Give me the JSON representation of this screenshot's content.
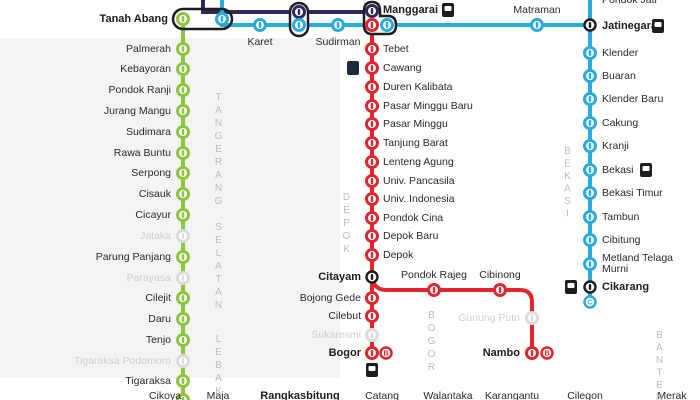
{
  "colors": {
    "green": "#8cc63f",
    "blue": "#29abe2",
    "red": "#e1262d",
    "navy": "#2e2a5e",
    "interchange": "#1d1d1d",
    "faded": "#dcdcdc",
    "background_zone": "#f4f4f5"
  },
  "lines": {
    "green": {
      "stations": [
        {
          "name": "Tanah Abang",
          "bold": true
        },
        {
          "name": "Palmerah"
        },
        {
          "name": "Kebayoran"
        },
        {
          "name": "Pondok Ranji"
        },
        {
          "name": "Jurang Mangu"
        },
        {
          "name": "Sudimara"
        },
        {
          "name": "Rawa Buntu"
        },
        {
          "name": "Serpong"
        },
        {
          "name": "Cisauk"
        },
        {
          "name": "Cicayur"
        },
        {
          "name": "Jataka",
          "inactive": true
        },
        {
          "name": "Parung Panjang"
        },
        {
          "name": "Parayasa",
          "inactive": true
        },
        {
          "name": "Cilejit"
        },
        {
          "name": "Daru"
        },
        {
          "name": "Tenjo"
        },
        {
          "name": "Tigaraksa Podomoro",
          "inactive": true
        },
        {
          "name": "Tigaraksa"
        }
      ]
    },
    "blue_west": {
      "stations": [
        {
          "name": "Karet"
        },
        {
          "name": "Sudirman"
        },
        {
          "name": "Matraman"
        },
        {
          "name": "Jatinegara",
          "bold": true
        }
      ]
    },
    "blue_east": {
      "stations": [
        {
          "name": "Pondok Jati"
        },
        {
          "name": "Klender"
        },
        {
          "name": "Buaran"
        },
        {
          "name": "Klender Baru"
        },
        {
          "name": "Cakung"
        },
        {
          "name": "Kranji"
        },
        {
          "name": "Bekasi"
        },
        {
          "name": "Bekasi Timur"
        },
        {
          "name": "Tambun"
        },
        {
          "name": "Cibitung"
        },
        {
          "name": "Metland Telaga",
          "name2": "Murni"
        },
        {
          "name": "Cikarang",
          "bold": true
        }
      ]
    },
    "red": {
      "stations": [
        {
          "name": "Manggarai",
          "bold": true
        },
        {
          "name": "Tebet"
        },
        {
          "name": "Cawang"
        },
        {
          "name": "Duren Kalibata"
        },
        {
          "name": "Pasar Minggu Baru"
        },
        {
          "name": "Pasar Minggu"
        },
        {
          "name": "Tanjung Barat"
        },
        {
          "name": "Lenteng Agung"
        },
        {
          "name": "Univ. Pancasila"
        },
        {
          "name": "Univ. Indonesia"
        },
        {
          "name": "Pondok Cina"
        },
        {
          "name": "Depok Baru"
        },
        {
          "name": "Depok"
        },
        {
          "name": "Citayam",
          "bold": true
        },
        {
          "name": "Bojong Gede"
        },
        {
          "name": "Cilebut"
        },
        {
          "name": "Sukaresmi",
          "inactive": true
        },
        {
          "name": "Bogor",
          "bold": true
        }
      ]
    },
    "red_branch": {
      "stations": [
        {
          "name": "Pondok Rajeg"
        },
        {
          "name": "Cibinong"
        },
        {
          "name": "Gunung Putri",
          "inactive": true
        },
        {
          "name": "Nambo",
          "bold": true
        }
      ]
    },
    "bottom_row": {
      "stations": [
        {
          "name": "Cikoya"
        },
        {
          "name": "Maja"
        },
        {
          "name": "Rangkasbitung",
          "bold": true
        },
        {
          "name": "Catang"
        },
        {
          "name": "Walantaka"
        },
        {
          "name": "Karangantu"
        },
        {
          "name": "Cilegon"
        },
        {
          "name": "Merak"
        }
      ]
    }
  },
  "regions": [
    "TANGERANG SELATAN",
    "LEBAK",
    "DEPOK",
    "BOGOR",
    "BEKASI",
    "BANTEN"
  ],
  "badges": {
    "bus_rapid_letter": "B",
    "cikarang_loop_letter": "C"
  },
  "icons": [
    "train-icon",
    "bus-icon",
    "station-icon"
  ]
}
